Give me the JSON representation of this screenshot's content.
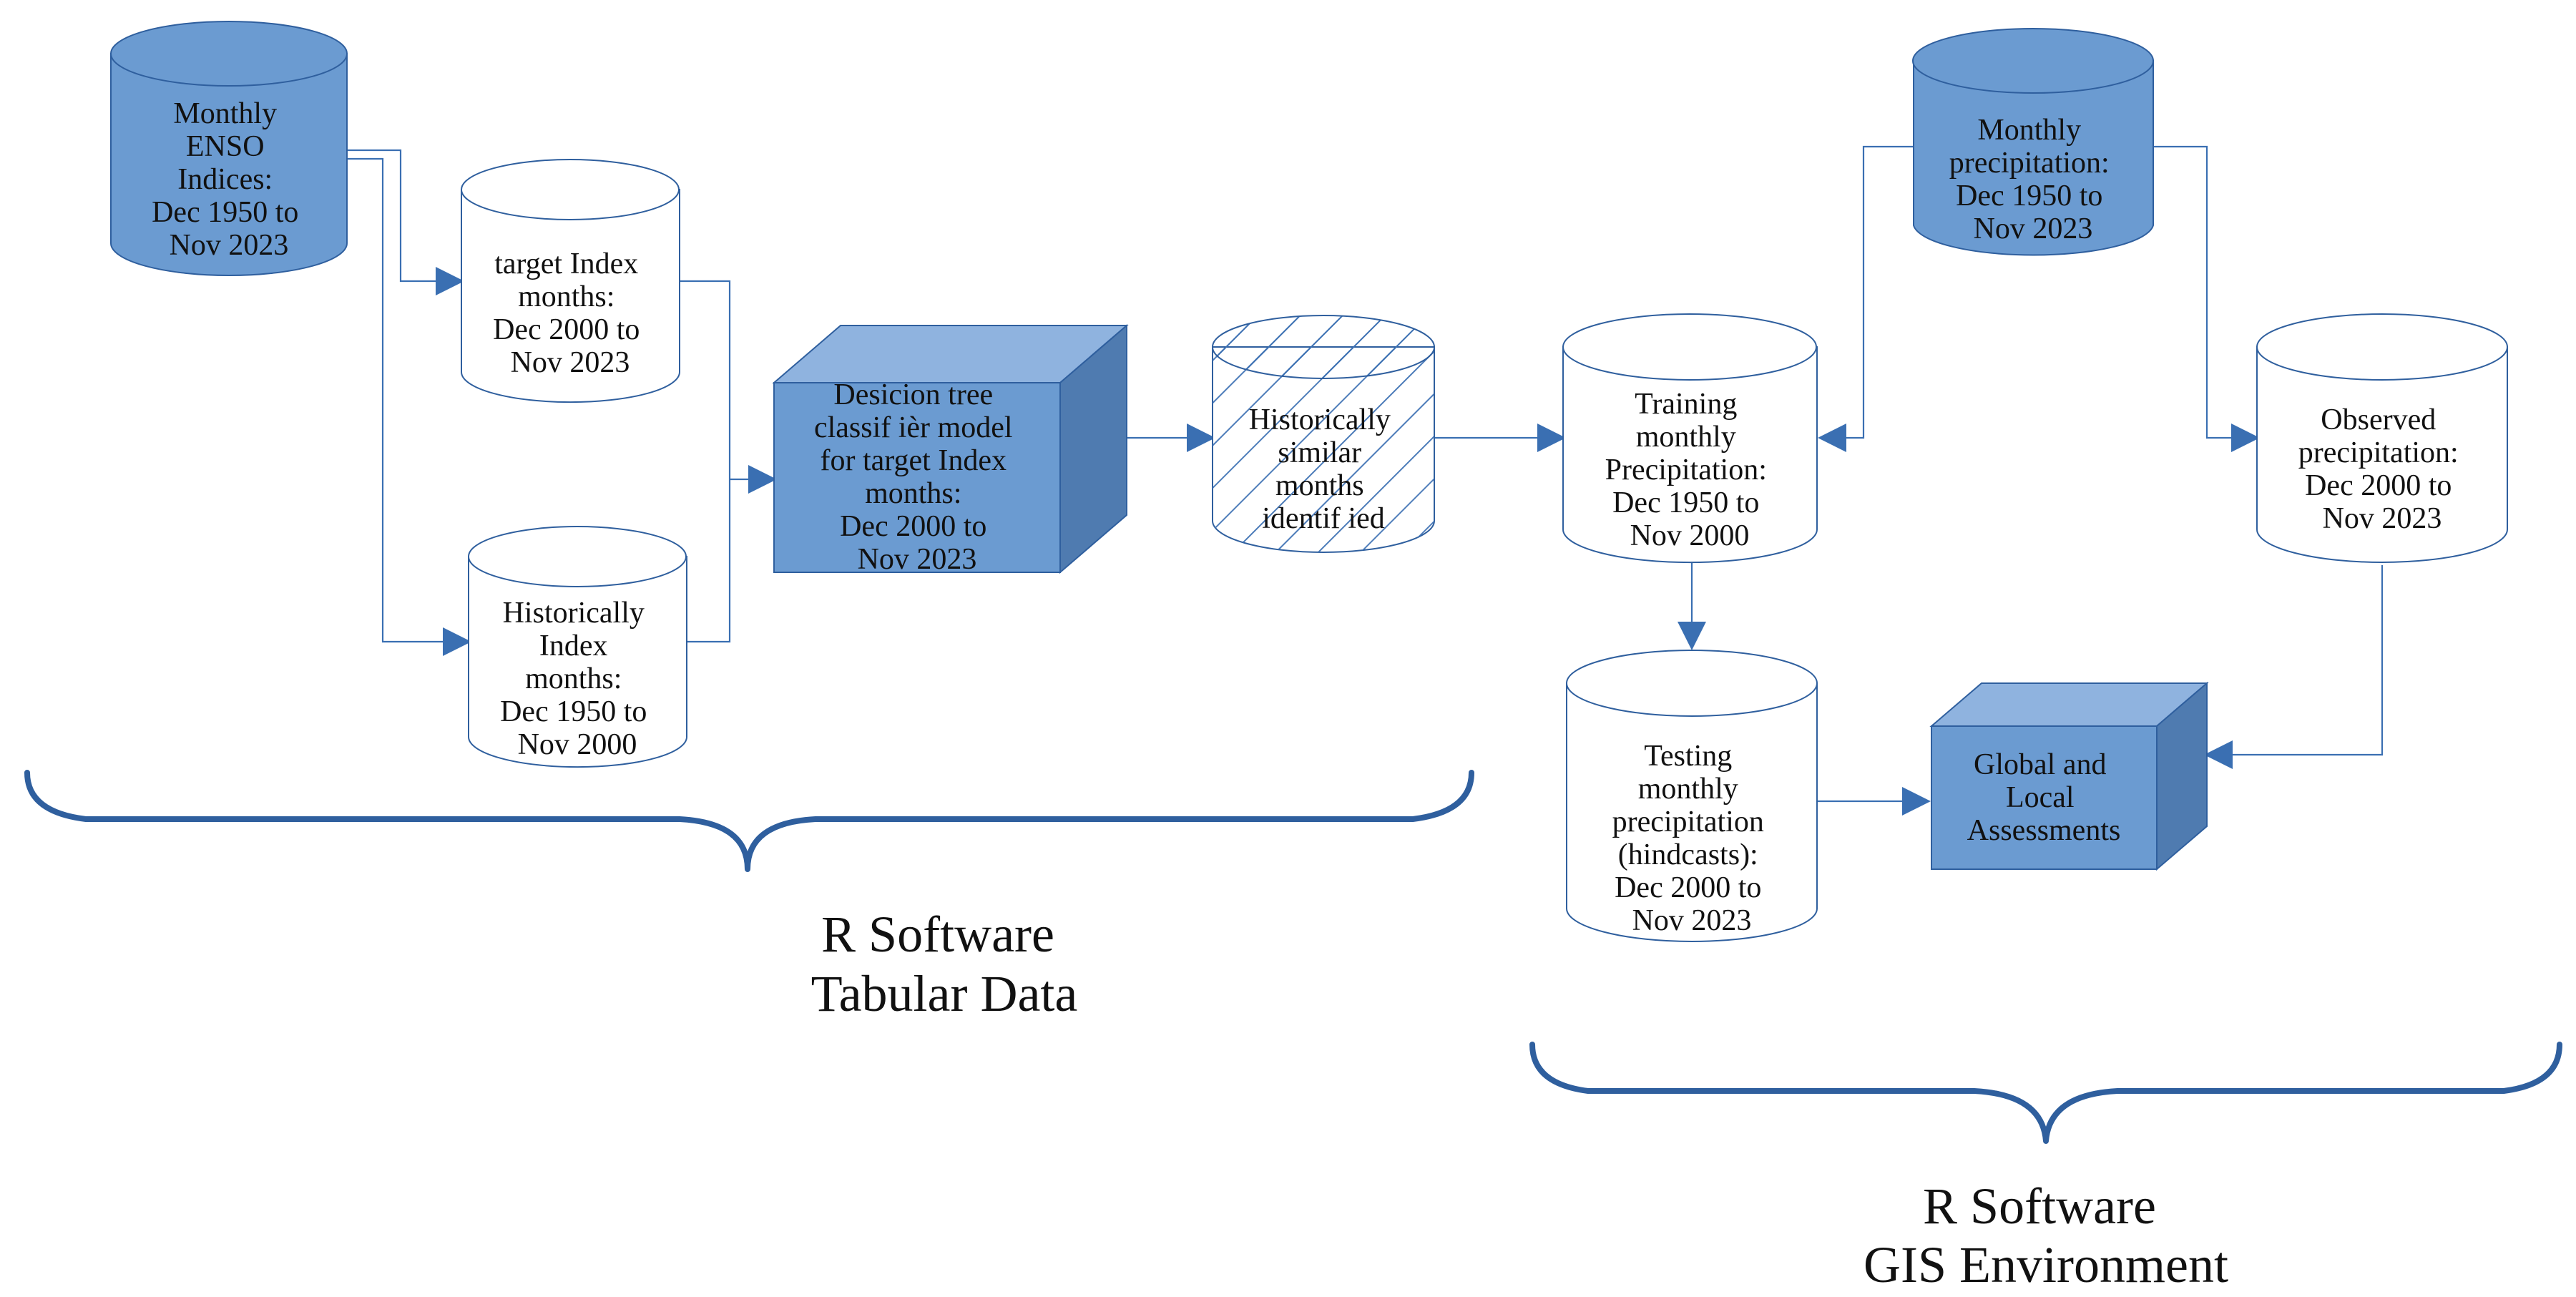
{
  "nodes": {
    "enso_indices": {
      "lines": [
        "Monthly",
        "ENSO",
        "Indices:",
        "Dec 1950 to",
        "Nov 2023"
      ]
    },
    "target_index_months": {
      "lines": [
        "target Index",
        "months:",
        "Dec 2000 to",
        "Nov 2023"
      ]
    },
    "historical_index_months": {
      "lines": [
        "Historically",
        "Index",
        "months:",
        "Dec 1950 to",
        "Nov 2000"
      ]
    },
    "decision_tree": {
      "lines": [
        "Desicion tree",
        "classif ièr model",
        "for target Index",
        "months:",
        "Dec 2000 to",
        "Nov 2023"
      ]
    },
    "similar_months": {
      "lines": [
        "Historically",
        "similar",
        "months",
        "identif ied"
      ]
    },
    "training_precip": {
      "lines": [
        "Training",
        "monthly",
        "Precipitation:",
        "Dec 1950 to",
        "Nov 2000"
      ]
    },
    "monthly_precip": {
      "lines": [
        "Monthly",
        "precipitation:",
        "Dec 1950 to",
        "Nov 2023"
      ]
    },
    "observed_precip": {
      "lines": [
        "Observed",
        "precipitation:",
        "Dec 2000 to",
        "Nov 2023"
      ]
    },
    "testing_precip": {
      "lines": [
        "Testing",
        "monthly",
        "precipitation",
        "(hindcasts):",
        "Dec 2000 to",
        "Nov 2023"
      ]
    },
    "assessments": {
      "lines": [
        "Global and",
        "Local",
        "Assessments"
      ]
    }
  },
  "groups": {
    "tabular": {
      "lines": [
        "R Software",
        "Tabular Data"
      ]
    },
    "gis": {
      "lines": [
        "R Software",
        "GIS Environment"
      ]
    }
  },
  "colors": {
    "filled_cylinder": "#6b9bd1",
    "outline": "#2f5f9e",
    "edge": "#3a6fb2",
    "box_front": "#6b9bd1",
    "box_top": "#8fb3df",
    "box_side": "#4f7bb0"
  }
}
